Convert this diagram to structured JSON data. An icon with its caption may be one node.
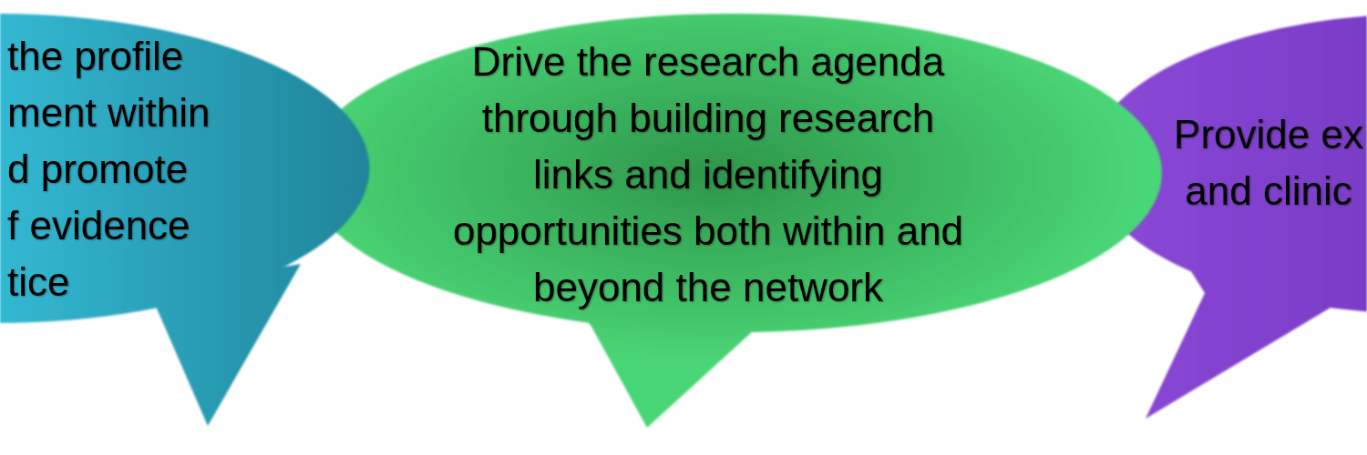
{
  "diagram": {
    "nodes": [
      {
        "text": [
          "the profile ment within d promote f evidence tice"
        ]
      },
      {
        "text": [
          "Drive the research agenda through building research links and identifying opportunities both within and beyond the network"
        ]
      },
      {
        "text": [
          "Provide ex and clinic"
        ]
      }
    ]
  }
}
